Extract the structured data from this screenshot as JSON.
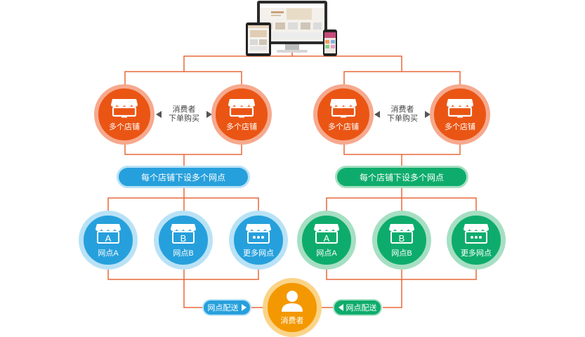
{
  "colors": {
    "orange": "#ea5514",
    "blue": "#26a0dc",
    "green": "#0eac6c",
    "yellow": "#f39800",
    "line": "#e8683a"
  },
  "icons": {
    "store": "storefront-icon",
    "user": "user-icon",
    "devices": "multi-device-icon"
  },
  "left": {
    "stores": [
      "多个店铺",
      "多个店铺"
    ],
    "buy": [
      "消费者",
      "下单购买"
    ],
    "bar": "每个店铺下设多个网点",
    "points": [
      {
        "letter": "A",
        "label": "网点A"
      },
      {
        "letter": "B",
        "label": "网点B"
      },
      {
        "letter": "",
        "label": "更多网点"
      }
    ],
    "delivery": "网点配送"
  },
  "right": {
    "stores": [
      "多个店铺",
      "多个店铺"
    ],
    "buy": [
      "消费者",
      "下单购买"
    ],
    "bar": "每个店铺下设多个网点",
    "points": [
      {
        "letter": "A",
        "label": "网点A"
      },
      {
        "letter": "B",
        "label": "网点B"
      },
      {
        "letter": "",
        "label": "更多网点"
      }
    ],
    "delivery": "网点配送"
  },
  "consumer": {
    "label": "消费者"
  }
}
